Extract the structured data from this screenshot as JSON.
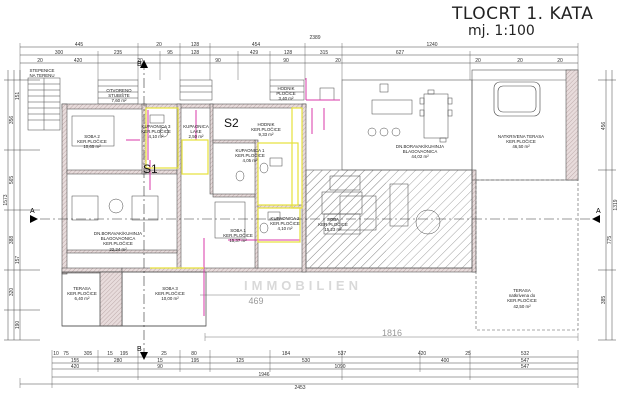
{
  "title": "TLOCRT 1. KATA",
  "scale": "mj. 1:100",
  "watermark": "IMMOBILIEN",
  "stair_label": "STEPENICE\nNA TERENU",
  "rooms": [
    {
      "id": "otvoreno",
      "text": "OTVORENO\nSTUBIŠTE\n7,60 m²"
    },
    {
      "id": "hodnik_top",
      "text": "HODNIK\nPLOČICE\n3,40 m²"
    },
    {
      "id": "soba2_top",
      "text": "SOBA 2\nKER.PLOČICE\n10,65 m²"
    },
    {
      "id": "kupaonica3",
      "text": "KUPAONICA 3\nKER.PLOČICE\n4,10 m²"
    },
    {
      "id": "kupaonica_l",
      "text": "KUPAONICA\nLAKE\n2,50 m²"
    },
    {
      "id": "hodnik",
      "text": "HODNIK\nKER.PLOČICE\n9,33 m²"
    },
    {
      "id": "kupaonica1",
      "text": "KUPAONICA 1\nKER.PLOČICE\n4,05 m²"
    },
    {
      "id": "soba1_mid",
      "text": "SOBA 1\nKER.PLOČICE\n15,37 m²"
    },
    {
      "id": "kupaonica2",
      "text": "KUPAONICA 2\nKER.PLOČICE\n4,10 m²"
    },
    {
      "id": "soba_main",
      "text": "SOBA\nKER.PLOČICE\n15,23 m²"
    },
    {
      "id": "dnevni_l",
      "text": "DN.BORAVAK/KUHINJA\nBLAGOVAONICA\nKER.PLOČICE\n22,24 m²"
    },
    {
      "id": "dnevni_r",
      "text": "DN.BORAVAK/KUHINJA\nBLAGOVAONICA\n44,02 m²"
    },
    {
      "id": "natkr_terasa",
      "text": "NATKRIVENA TERASA\nKER.PLOČICE\n46,50 m²"
    },
    {
      "id": "terasa_l",
      "text": "TERASA\nKER.PLOČICE\n6,40 m²"
    },
    {
      "id": "soba3",
      "text": "SOBA 3\nKER.PLOČICE\n10,00 m²"
    },
    {
      "id": "terasa_r",
      "text": "TERASA\nnatkrivena do\nKER.PLOČICE\n42,50 m²"
    }
  ],
  "markers": {
    "s1": "S1",
    "s2": "S2",
    "sec_a": "A",
    "sec_b": "B"
  },
  "mid_dims": {
    "d469": "469",
    "d1816": "1816"
  },
  "top_dims": {
    "row1": [
      "445",
      "20",
      "128",
      "454",
      "2389",
      "1240"
    ],
    "row2": [
      "300",
      "235",
      "95",
      "128",
      "429",
      "128",
      "315",
      "627"
    ],
    "row3": [
      "20",
      "420",
      "20",
      "90",
      "90",
      "20",
      "20",
      "20",
      "20"
    ]
  },
  "bottom_dims": {
    "row1": [
      "10",
      "75",
      "305",
      "15",
      "195",
      "25",
      "80",
      "184",
      "537",
      "420",
      "25",
      "532"
    ],
    "row2": [
      "155",
      "280",
      "15",
      "195",
      "125",
      "530",
      "400",
      "547"
    ],
    "row3": [
      "420",
      "90",
      "1090",
      "547"
    ],
    "row4": [
      "1946"
    ],
    "row5": [
      "2453"
    ]
  },
  "left_dims": [
    "1573",
    "356",
    "565",
    "388",
    "320",
    "190",
    "151",
    "157"
  ],
  "right_dims": [
    "1319",
    "775",
    "456",
    "385"
  ],
  "colors": {
    "wall": "#5a5a5a",
    "wall_fill": "#d8c8c8",
    "pink": "#d93aa8",
    "yellow": "#e6e13a",
    "dim": "#333333",
    "hatch": "#888888"
  }
}
